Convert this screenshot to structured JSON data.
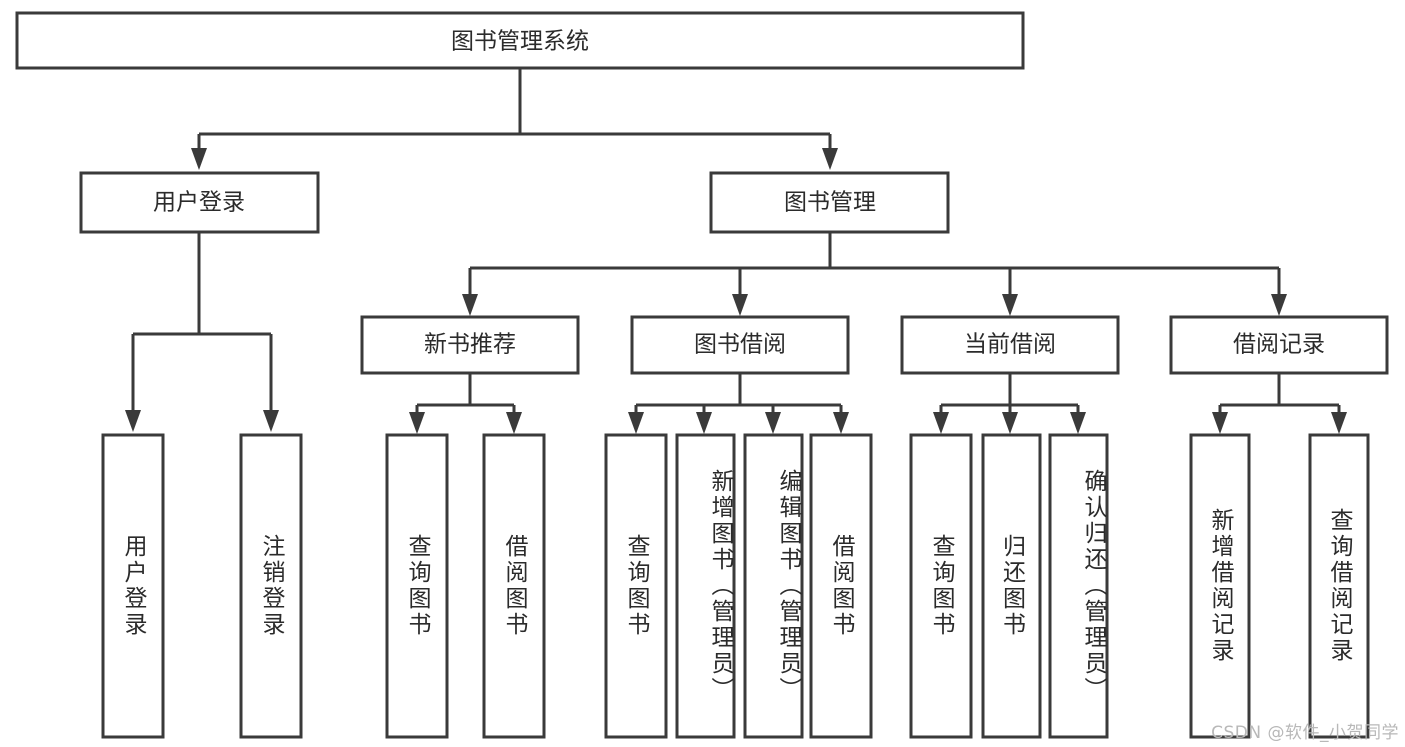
{
  "diagram": {
    "title": "图书管理系统",
    "type": "hierarchy-tree",
    "watermark": "CSDN @软件_小贺同学",
    "colors": {
      "background": "#ffffff",
      "box_fill": "#ffffff",
      "box_stroke": "#3a3a3a",
      "text": "#2b2b2b",
      "watermark": "#b8b8b8"
    },
    "levels": {
      "root": {
        "label": "图书管理系统",
        "orientation": "horizontal"
      },
      "level2": [
        {
          "id": "user-login",
          "label": "用户登录",
          "orientation": "horizontal"
        },
        {
          "id": "book-management",
          "label": "图书管理",
          "orientation": "horizontal"
        }
      ],
      "level3": [
        {
          "id": "new-book-recommend",
          "label": "新书推荐",
          "parent": "book-management",
          "orientation": "horizontal"
        },
        {
          "id": "book-borrow",
          "label": "图书借阅",
          "parent": "book-management",
          "orientation": "horizontal"
        },
        {
          "id": "current-borrow",
          "label": "当前借阅",
          "parent": "book-management",
          "orientation": "horizontal"
        },
        {
          "id": "borrow-record",
          "label": "借阅记录",
          "parent": "book-management",
          "orientation": "horizontal"
        }
      ],
      "leaves": [
        {
          "id": "leaf-user-login",
          "label": "用户登录",
          "parent": "user-login",
          "orientation": "vertical"
        },
        {
          "id": "leaf-user-logout",
          "label": "注销登录",
          "parent": "user-login",
          "orientation": "vertical"
        },
        {
          "id": "leaf-query-book-1",
          "label": "查询图书",
          "parent": "new-book-recommend",
          "orientation": "vertical"
        },
        {
          "id": "leaf-borrow-book-1",
          "label": "借阅图书",
          "parent": "new-book-recommend",
          "orientation": "vertical"
        },
        {
          "id": "leaf-query-book-2",
          "label": "查询图书",
          "parent": "book-borrow",
          "orientation": "vertical"
        },
        {
          "id": "leaf-add-book",
          "label": "新增图书（管理员）",
          "parent": "book-borrow",
          "orientation": "vertical"
        },
        {
          "id": "leaf-edit-book",
          "label": "编辑图书（管理员）",
          "parent": "book-borrow",
          "orientation": "vertical"
        },
        {
          "id": "leaf-borrow-book-2",
          "label": "借阅图书",
          "parent": "book-borrow",
          "orientation": "vertical"
        },
        {
          "id": "leaf-query-book-3",
          "label": "查询图书",
          "parent": "current-borrow",
          "orientation": "vertical"
        },
        {
          "id": "leaf-return-book",
          "label": "归还图书",
          "parent": "current-borrow",
          "orientation": "vertical"
        },
        {
          "id": "leaf-confirm-return",
          "label": "确认归还（管理员）",
          "parent": "current-borrow",
          "orientation": "vertical"
        },
        {
          "id": "leaf-add-record",
          "label": "新增借阅记录",
          "parent": "borrow-record",
          "orientation": "vertical"
        },
        {
          "id": "leaf-query-record",
          "label": "查询借阅记录",
          "parent": "borrow-record",
          "orientation": "vertical"
        }
      ]
    }
  }
}
